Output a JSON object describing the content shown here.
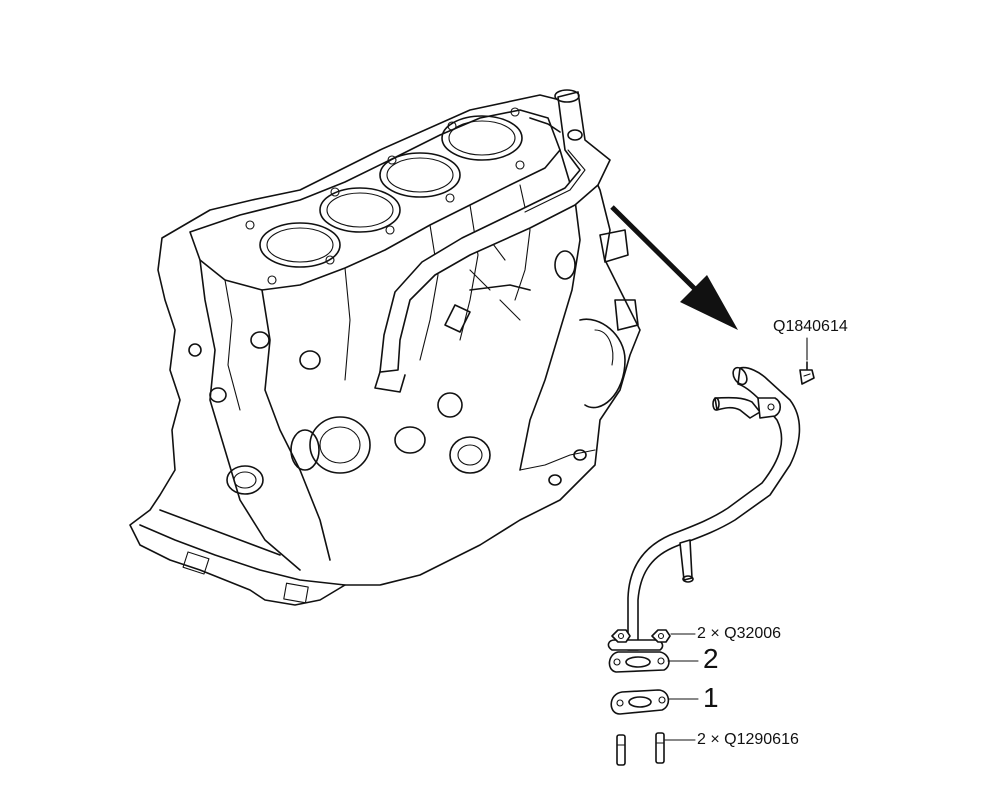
{
  "labels": {
    "bolt_top": "Q1840614",
    "nuts": "2 × Q32006",
    "gasket_2": "2",
    "gasket_1": "1",
    "studs": "2 × Q1290616"
  },
  "colors": {
    "line": "#111111",
    "background": "#ffffff"
  }
}
